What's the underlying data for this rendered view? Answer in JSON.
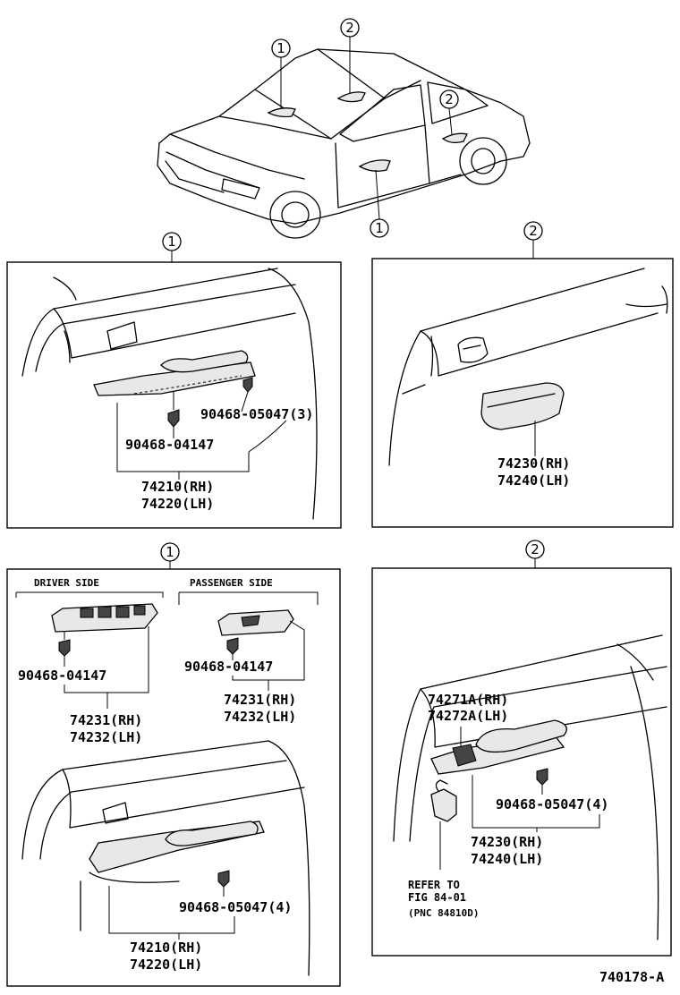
{
  "callouts": {
    "car_1_top": "1",
    "car_2_top": "2",
    "car_2_rear": "2",
    "car_1_bottom": "1",
    "panel_a": "1",
    "panel_b": "2",
    "panel_c": "1",
    "panel_d": "2"
  },
  "panel_a": {
    "screw_label": "90468-05047(3)",
    "clip_label": "90468-04147",
    "part_rh": "74210(RH)",
    "part_lh": "74220(LH)"
  },
  "panel_b": {
    "part_rh": "74230(RH)",
    "part_lh": "74240(LH)"
  },
  "panel_c": {
    "driver_side": "DRIVER SIDE",
    "passenger_side": "PASSENGER SIDE",
    "driver_clip": "90468-04147",
    "driver_part_rh": "74231(RH)",
    "driver_part_lh": "74232(LH)",
    "passenger_clip": "90468-04147",
    "passenger_part_rh": "74231(RH)",
    "passenger_part_lh": "74232(LH)",
    "screw_label": "90468-05047(4)",
    "part_rh": "74210(RH)",
    "part_lh": "74220(LH)"
  },
  "panel_d": {
    "switch_rh": "74271A(RH)",
    "switch_lh": "74272A(LH)",
    "screw_label": "90468-05047(4)",
    "part_rh": "74230(RH)",
    "part_lh": "74240(LH)",
    "refer_line1": "REFER TO",
    "refer_line2": "FIG 84-01",
    "refer_line3": "(PNC 84810D)"
  },
  "figure_code": "740178-A"
}
